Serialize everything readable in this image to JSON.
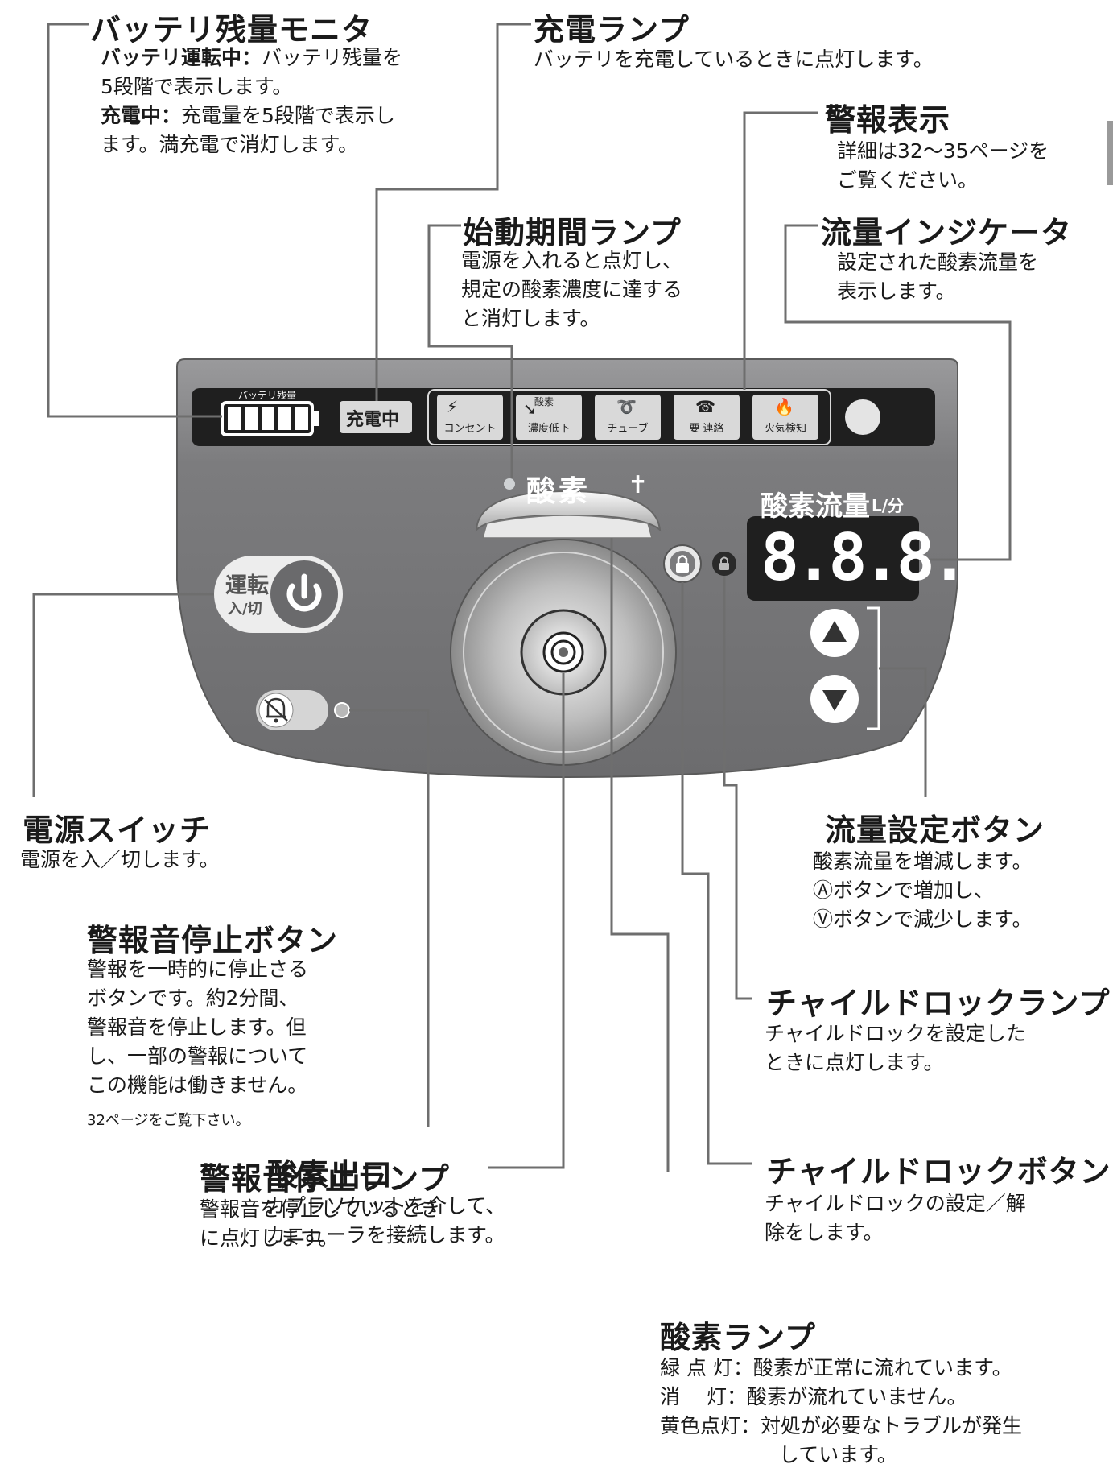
{
  "battery_monitor": {
    "title": "バッテリ残量モニタ",
    "line1_label": "バッテリ運転中：",
    "line1_text": "バッテリ残量を",
    "line2": "5段階で表示します。",
    "line3_label": "充電中：",
    "line3_text": "充電量を5段階で表示し",
    "line4": "ます。満充電で消灯します。"
  },
  "charge_lamp": {
    "title": "充電ランプ",
    "desc": "バッテリを充電しているときに点灯します。"
  },
  "alarm_display": {
    "title": "警報表示",
    "line1": "詳細は32〜35ページを",
    "line2": "ご覧ください。"
  },
  "startup_lamp": {
    "title": "始動期間ランプ",
    "line1": "電源を入れると点灯し、",
    "line2": "規定の酸素濃度に達する",
    "line3": "と消灯します。"
  },
  "flow_indicator": {
    "title": "流量インジケータ",
    "line1": "設定された酸素流量を",
    "line2": "表示します。"
  },
  "power_switch": {
    "title": "電源スイッチ",
    "desc": "電源を入／切します。"
  },
  "flow_buttons": {
    "title": "流量設定ボタン",
    "line1": "酸素流量を増減します。",
    "line2": "Ⓐボタンで増加し、",
    "line3": "Ⓥボタンで減少します。"
  },
  "alarm_stop_button": {
    "title": "警報音停止ボタン",
    "line1": "警報を一時的に停止さる",
    "line2": "ボタンです。約2分間、",
    "line3": "警報音を停止します。但",
    "line4": "し、一部の警報について",
    "line5": "この機能は働きません。",
    "note": "32ページをご覧下さい。"
  },
  "child_lock_lamp": {
    "title": "チャイルドロックランプ",
    "line1": "チャイルドロックを設定した",
    "line2": "ときに点灯します。"
  },
  "alarm_stop_lamp": {
    "title": "警報音停止ランプ",
    "line1": "警報音を停止しているとき",
    "line2": "に点灯します。"
  },
  "child_lock_button": {
    "title": "チャイルドロックボタン",
    "line1": "チャイルドロックの設定／解",
    "line2": "除をします。"
  },
  "oxygen_outlet": {
    "title": "酸素出口",
    "line1": "カプラソケットを介して、",
    "line2": "カニューラを接続します。"
  },
  "oxygen_lamp": {
    "title": "酸素ランプ",
    "r1_label": "緑 点 灯",
    "r1_text": "：酸素が正常に流れています。",
    "r2_label": "消　 灯",
    "r2_text": "：酸素が流れていません。",
    "r3_label": "黄色点灯",
    "r3_text": "：対処が必要なトラブルが発生",
    "r3_text2": "しています。"
  },
  "panel": {
    "battery_label": "バッテリ残量",
    "charging_label": "充電中",
    "alarm_icons": [
      {
        "label": "コンセント",
        "icon": "outlet-icon"
      },
      {
        "label": "濃度低下",
        "icon": "concentration-drop-icon",
        "top": "酸素"
      },
      {
        "label": "チューブ",
        "icon": "tube-icon"
      },
      {
        "label": "要 連絡",
        "icon": "phone-contact-icon"
      },
      {
        "label": "火気検知",
        "icon": "fire-detect-icon"
      }
    ],
    "oxygen_label": "酸素",
    "flow_label": "酸素流量",
    "flow_unit": "L/分",
    "flow_digits": "8.8.8.",
    "power_label1": "運転",
    "power_label2": "入/切"
  },
  "colors": {
    "panel_body": "#7b7b7d",
    "panel_dark": "#1f1f1f",
    "accent_white": "#ffffff",
    "leader_line": "#6e6e6e",
    "lamp_green": "#cfd2d4"
  }
}
